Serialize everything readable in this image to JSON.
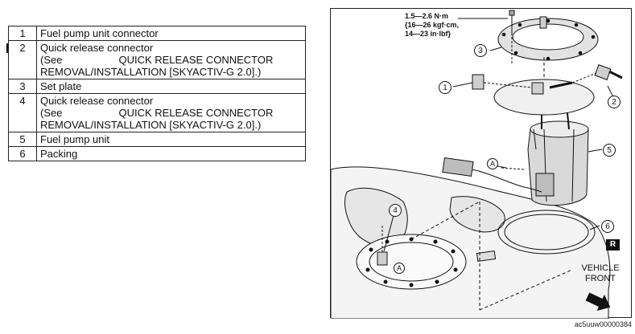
{
  "parts": [
    {
      "num": "1",
      "lines": [
        "Fuel pump unit connector"
      ]
    },
    {
      "num": "2",
      "lines": [
        "Quick release connector"
      ],
      "see": "(See",
      "ref1": "QUICK RELEASE CONNECTOR",
      "ref2": "REMOVAL/INSTALLATION [SKYACTIV-G 2.0].)"
    },
    {
      "num": "3",
      "lines": [
        "Set plate"
      ]
    },
    {
      "num": "4",
      "lines": [
        "Quick release connector"
      ],
      "see": "(See",
      "ref1": "QUICK RELEASE CONNECTOR",
      "ref2": "REMOVAL/INSTALLATION [SKYACTIV-G 2.0].)"
    },
    {
      "num": "5",
      "lines": [
        "Fuel pump unit"
      ]
    },
    {
      "num": "6",
      "lines": [
        "Packing"
      ]
    }
  ],
  "diagram": {
    "torque": [
      "1.5—2.6 N·m",
      "{16—26 kgf·cm,",
      "14—23 in·lbf}"
    ],
    "callouts": {
      "c1": "1",
      "c2": "2",
      "c3": "3",
      "c4": "4",
      "c5": "5",
      "c6": "6",
      "a1": "A",
      "a2": "A"
    },
    "r_badge": "R",
    "vehicle_front": [
      "VEHICLE",
      "FRONT"
    ]
  },
  "figure_code": "ac5uuw00000384"
}
